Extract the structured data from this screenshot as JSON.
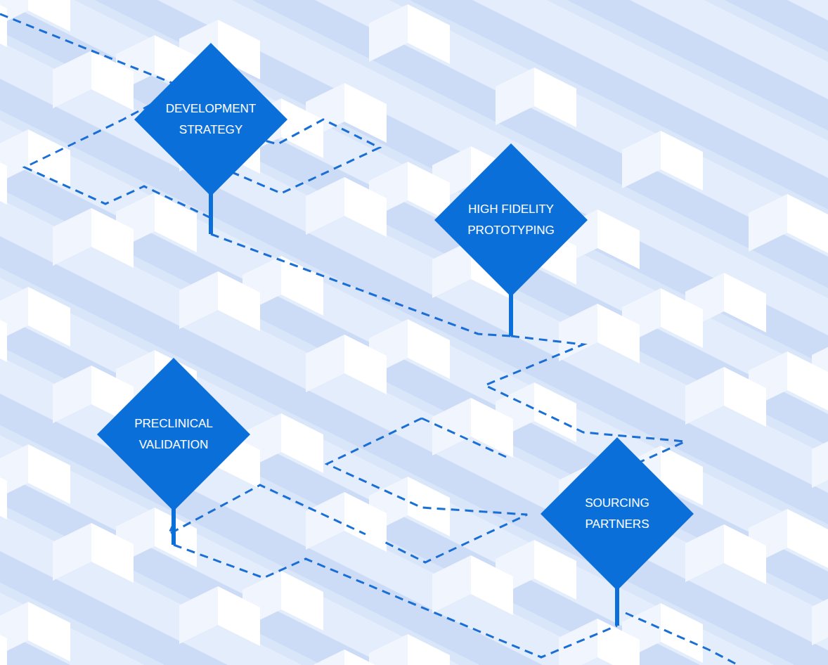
{
  "diagram": {
    "nodes": [
      {
        "text": [
          "DEVELOPMENT STRATEGY"
        ]
      },
      {
        "text": [
          "HIGH FIDELITY PROTOTYPING"
        ]
      },
      {
        "text": [
          "PRECLINICAL VALIDATION"
        ]
      },
      {
        "text": [
          "SOURCING PARTNERS"
        ]
      }
    ],
    "edges": [
      {
        "from": 0,
        "to": 1,
        "arrow": "none"
      },
      {
        "from": 1,
        "to": 3,
        "arrow": "none"
      },
      {
        "from": 2,
        "to": 3,
        "arrow": "none"
      }
    ]
  }
}
